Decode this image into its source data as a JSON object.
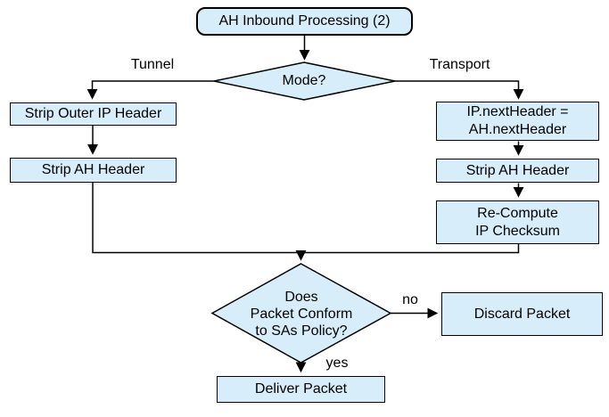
{
  "colors": {
    "node_fill": "#d7edf9",
    "node_stroke": "#000000",
    "connector": "#000000",
    "background": "#ffffff"
  },
  "flowchart": {
    "nodes": {
      "start": [
        "AH Inbound Processing (2)"
      ],
      "mode_decision": [
        "Mode?"
      ],
      "strip_outer_ip_header": [
        "Strip Outer IP Header"
      ],
      "strip_ah_header_tunnel": [
        "Strip AH Header"
      ],
      "ip_next_header": [
        "IP.nextHeader =",
        "AH.nextHeader"
      ],
      "strip_ah_header_transport": [
        "Strip AH Header"
      ],
      "recompute_ip_checksum": [
        "Re-Compute",
        "IP Checksum"
      ],
      "policy_decision": [
        "Does",
        "Packet Conform",
        "to SAs Policy?"
      ],
      "discard_packet": [
        "Discard Packet"
      ],
      "deliver_packet": [
        "Deliver Packet"
      ]
    },
    "edge_labels": {
      "tunnel": "Tunnel",
      "transport": "Transport",
      "no": "no",
      "yes": "yes"
    }
  }
}
